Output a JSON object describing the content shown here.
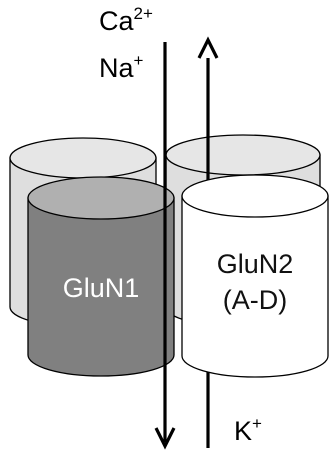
{
  "ions": {
    "calcium": {
      "symbol": "Ca",
      "charge": "2+"
    },
    "sodium": {
      "symbol": "Na",
      "charge": "+"
    },
    "potassium": {
      "symbol": "K",
      "charge": "+"
    }
  },
  "subunits": {
    "glun1": {
      "label": "GluN1"
    },
    "glun2": {
      "label_line1": "GluN2",
      "label_line2": "(A-D)"
    }
  },
  "colors": {
    "glun1_front_body": "#808080",
    "glun1_front_top": "#b0b0b0",
    "back_cylinders_body": "#dedede",
    "back_cylinders_top": "#e6e6e6",
    "glun2_front_body": "#ffffff",
    "outline": "#000000",
    "arrow": "#000000"
  }
}
